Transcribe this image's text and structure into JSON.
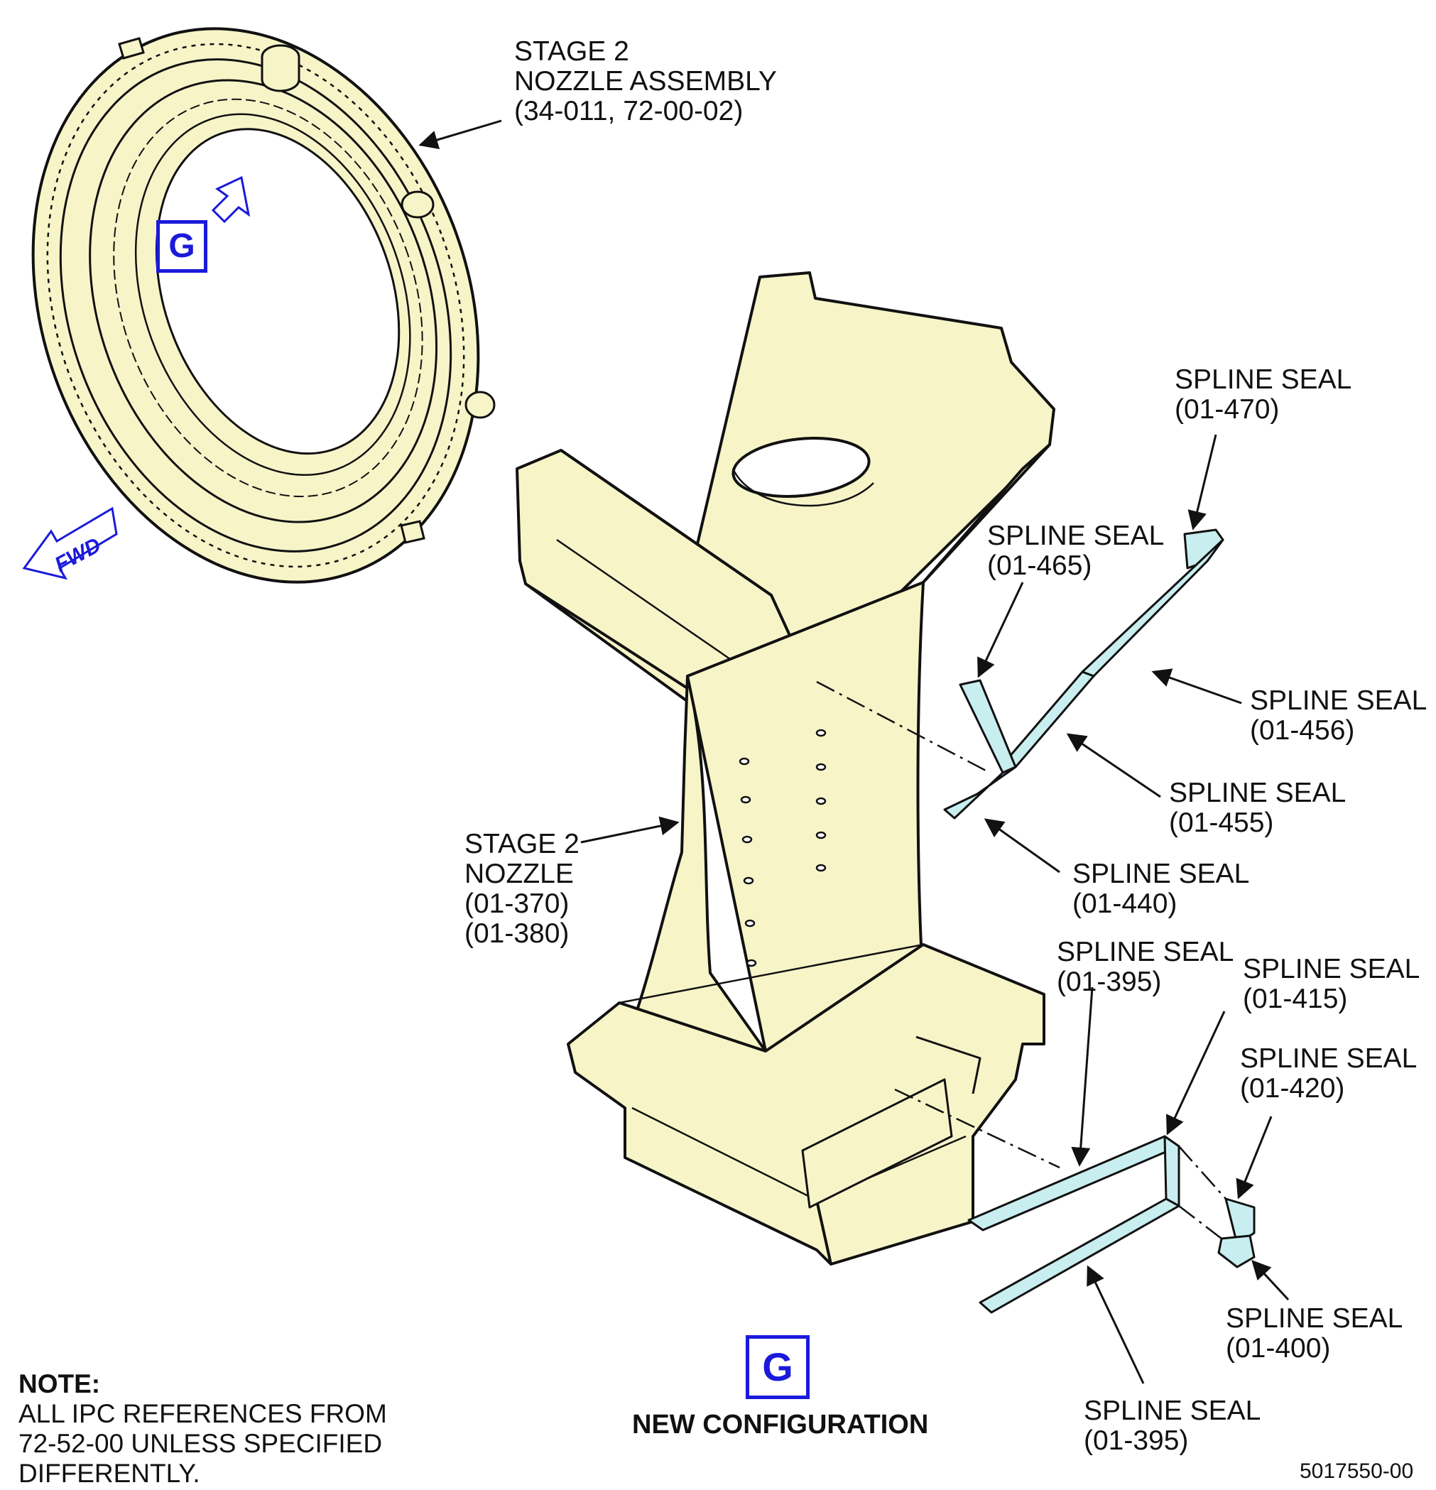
{
  "labels": {
    "nozzle_assembly": [
      "STAGE 2",
      "NOZZLE ASSEMBLY",
      "(34-011, 72-00-02)"
    ],
    "nozzle": [
      "STAGE 2",
      "NOZZLE",
      "(01-370)",
      "(01-380)"
    ],
    "seal_470": [
      "SPLINE SEAL",
      "(01-470)"
    ],
    "seal_465": [
      "SPLINE SEAL",
      "(01-465)"
    ],
    "seal_456": [
      "SPLINE SEAL",
      "(01-456)"
    ],
    "seal_455": [
      "SPLINE SEAL",
      "(01-455)"
    ],
    "seal_440": [
      "SPLINE SEAL",
      "(01-440)"
    ],
    "seal_395_top": [
      "SPLINE SEAL",
      "(01-395)"
    ],
    "seal_415": [
      "SPLINE SEAL",
      "(01-415)"
    ],
    "seal_420": [
      "SPLINE SEAL",
      "(01-420)"
    ],
    "seal_400": [
      "SPLINE SEAL",
      "(01-400)"
    ],
    "seal_395_bottom": [
      "SPLINE SEAL",
      "(01-395)"
    ]
  },
  "view_marker": "G",
  "fwd_label": "FWD",
  "configuration": "NEW CONFIGURATION",
  "note": {
    "heading": "NOTE:",
    "lines": [
      "ALL IPC REFERENCES FROM",
      "72-52-00 UNLESS SPECIFIED",
      "DIFFERENTLY."
    ]
  },
  "figure_number": "5017550-00",
  "colors": {
    "part_fill": "#f7f4c8",
    "seal_fill": "#c9eef0",
    "marker_blue": "#1a1adb",
    "line": "#111111"
  }
}
